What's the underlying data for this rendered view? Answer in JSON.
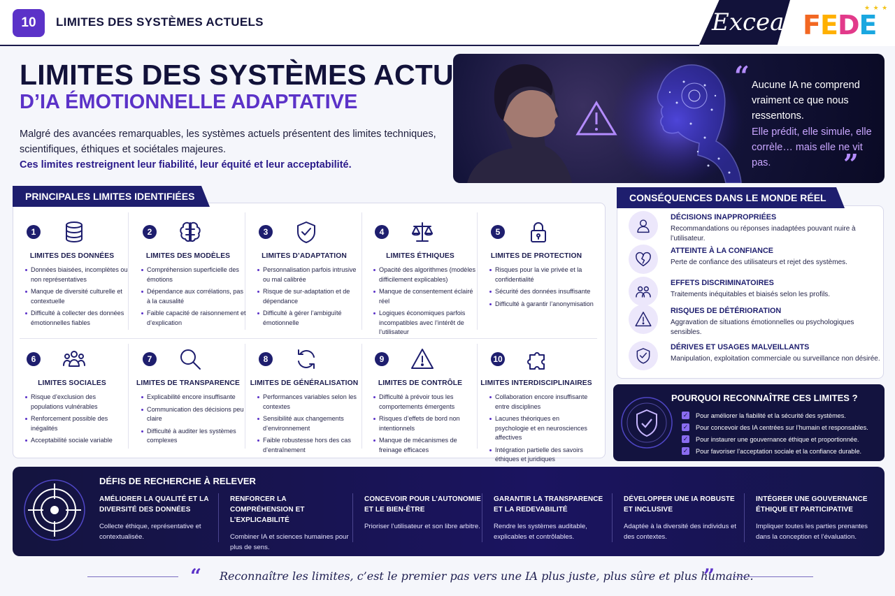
{
  "header": {
    "page_number": "10",
    "title": "LIMITES DES SYSTÈMES ACTUELS",
    "partner_logo": "Excea",
    "brand_logo": "FEDE"
  },
  "hero": {
    "title_line1": "LIMITES DES SYSTÈMES ACTUELS",
    "title_line2": "D’IA ÉMOTIONNELLE ADAPTATIVE",
    "intro": "Malgré des avancées remarquables, les systèmes actuels présentent des limites techniques, scientifiques, éthiques et sociétales majeures.",
    "intro_bold": "Ces limites restreignent leur fiabilité, leur équité et leur acceptabilité.",
    "quote_part1": "Aucune IA ne comprend vraiment ce que nous ressentons.",
    "quote_part2": "Elle prédit, elle simule, elle corrèle… mais elle ne vit pas."
  },
  "limits_section": {
    "title": "PRINCIPALES LIMITES IDENTIFIÉES",
    "items": [
      {
        "num": "1",
        "icon": "database-icon",
        "title": "LIMITES DES DONNÉES",
        "points": [
          "Données biaisées, incomplètes ou non représentatives",
          "Manque de diversité culturelle et contextuelle",
          "Difficulté à collecter des données émotionnelles fiables"
        ]
      },
      {
        "num": "2",
        "icon": "brain-icon",
        "title": "LIMITES DES MODÈLES",
        "points": [
          "Compréhension superficielle des émotions",
          "Dépendance aux corrélations, pas à la causalité",
          "Faible capacité de raisonnement et d’explication"
        ]
      },
      {
        "num": "3",
        "icon": "shield-check-icon",
        "title": "LIMITES D’ADAPTATION",
        "points": [
          "Personnalisation parfois intrusive ou mal calibrée",
          "Risque de sur-adaptation et de dépendance",
          "Difficulté à gérer l’ambiguïté émotionnelle"
        ]
      },
      {
        "num": "4",
        "icon": "scales-icon",
        "title": "LIMITES ÉTHIQUES",
        "points": [
          "Opacité des algorithmes (modèles difficilement explicables)",
          "Manque de consentement éclairé réel",
          "Logiques économiques parfois incompatibles avec l’intérêt de l’utilisateur"
        ]
      },
      {
        "num": "5",
        "icon": "lock-icon",
        "title": "LIMITES DE PROTECTION",
        "points": [
          "Risques pour la vie privée et la confidentialité",
          "Sécurité des données insuffisante",
          "Difficulté à garantir l’anonymisation"
        ]
      },
      {
        "num": "6",
        "icon": "people-icon",
        "title": "LIMITES SOCIALES",
        "points": [
          "Risque d’exclusion des populations vulnérables",
          "Renforcement possible des inégalités",
          "Acceptabilité sociale variable"
        ]
      },
      {
        "num": "7",
        "icon": "magnifier-icon",
        "title": "LIMITES DE TRANSPARENCE",
        "points": [
          "Explicabilité encore insuffisante",
          "Communication des décisions peu claire",
          "Difficulté à auditer les systèmes complexes"
        ]
      },
      {
        "num": "8",
        "icon": "refresh-icon",
        "title": "LIMITES DE GÉNÉRALISATION",
        "points": [
          "Performances variables selon les contextes",
          "Sensibilité aux changements d’environnement",
          "Faible robustesse hors des cas d’entraînement"
        ]
      },
      {
        "num": "9",
        "icon": "warning-icon",
        "title": "LIMITES DE CONTRÔLE",
        "points": [
          "Difficulté à prévoir tous les comportements émergents",
          "Risques d’effets de bord non intentionnels",
          "Manque de mécanismes de freinage efficaces"
        ]
      },
      {
        "num": "10",
        "icon": "puzzle-icon",
        "title": "LIMITES INTERDISCIPLINAIRES",
        "points": [
          "Collaboration encore insuffisante entre disciplines",
          "Lacunes théoriques en psychologie et en neurosciences affectives",
          "Intégration partielle des savoirs éthiques et juridiques"
        ]
      }
    ]
  },
  "consequences": {
    "title": "CONSÉQUENCES DANS LE MONDE RÉEL",
    "items": [
      {
        "icon": "user-icon",
        "title": "DÉCISIONS INAPPROPRIÉES",
        "desc": "Recommandations ou réponses inadaptées pouvant nuire à l’utilisateur."
      },
      {
        "icon": "broken-heart-icon",
        "title": "ATTEINTE À LA CONFIANCE",
        "desc": "Perte de confiance des utilisateurs et rejet des systèmes."
      },
      {
        "icon": "group-icon",
        "title": "EFFETS DISCRIMINATOIRES",
        "desc": "Traitements inéquitables et biaisés selon les profils."
      },
      {
        "icon": "warning-icon",
        "title": "RISQUES DE DÉTÉRIORATION",
        "desc": "Aggravation de situations émotionnelles ou psychologiques sensibles."
      },
      {
        "icon": "shield-check-icon",
        "title": "DÉRIVES ET USAGES MALVEILLANTS",
        "desc": "Manipulation, exploitation commerciale ou surveillance non désirée."
      }
    ]
  },
  "why": {
    "title": "POURQUOI RECONNAÎTRE CES LIMITES ?",
    "items": [
      "Pour améliorer la fiabilité et la sécurité des systèmes.",
      "Pour concevoir des IA centrées sur l’humain et responsables.",
      "Pour instaurer une gouvernance éthique et proportionnée.",
      "Pour favoriser l’acceptation sociale et la confiance durable."
    ]
  },
  "research": {
    "title": "DÉFIS DE RECHERCHE À RELEVER",
    "items": [
      {
        "title": "AMÉLIORER LA QUALITÉ ET LA DIVERSITÉ DES DONNÉES",
        "desc": "Collecte éthique, représentative et contextualisée."
      },
      {
        "title": "RENFORCER LA COMPRÉHENSION ET L’EXPLICABILITÉ",
        "desc": "Combiner IA et sciences humaines pour plus de sens."
      },
      {
        "title": "CONCEVOIR POUR L’AUTONOMIE ET LE BIEN-ÊTRE",
        "desc": "Prioriser l’utilisateur et son libre arbitre."
      },
      {
        "title": "GARANTIR LA TRANSPARENCE ET LA REDEVABILITÉ",
        "desc": "Rendre les systèmes auditable, explicables et contrôlables."
      },
      {
        "title": "DÉVELOPPER UNE IA ROBUSTE ET INCLUSIVE",
        "desc": "Adaptée à la diversité des individus et des contextes."
      },
      {
        "title": "INTÉGRER UNE GOUVERNANCE ÉTHIQUE ET PARTICIPATIVE",
        "desc": "Impliquer toutes les parties prenantes dans la conception et l’évaluation."
      }
    ]
  },
  "footer": {
    "quote": "Reconnaître les limites, c’est le premier pas vers une IA plus juste, plus sûre et plus humaine."
  },
  "colors": {
    "accent": "#5b32c8",
    "navy": "#1e1e6e",
    "dark": "#13133f"
  }
}
